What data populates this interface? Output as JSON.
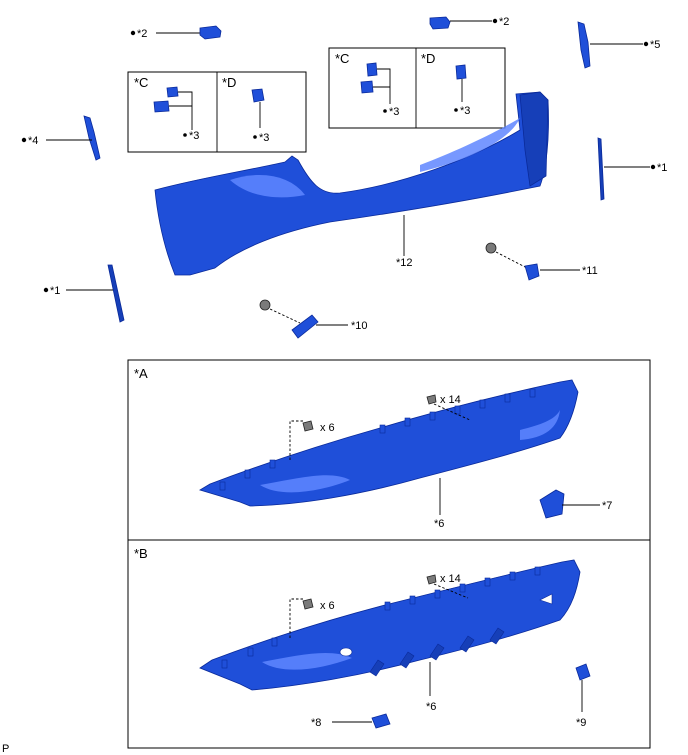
{
  "labels": {
    "top_left_2": "*2",
    "top_right_2": "*2",
    "label_5": "*5",
    "label_4": "*4",
    "label_1_right": "*1",
    "label_1_left": "*1",
    "label_12": "*12",
    "label_11": "*11",
    "label_10": "*10",
    "inset_left_c": "*C",
    "inset_left_d": "*D",
    "inset_left_3a": "*3",
    "inset_left_3b": "*3",
    "inset_right_c": "*C",
    "inset_right_d": "*D",
    "inset_right_3a": "*3",
    "inset_right_3b": "*3"
  },
  "panel_a": {
    "title": "*A",
    "count_6": "x 6",
    "count_14": "x 14",
    "label_6": "*6",
    "label_7": "*7"
  },
  "panel_b": {
    "title": "*B",
    "count_6": "x 6",
    "count_14": "x 14",
    "label_6": "*6",
    "label_8": "*8",
    "label_9": "*9"
  },
  "footer_code": "P",
  "colors": {
    "part_blue": "#1f4fd9",
    "outline": "#0a2a9a"
  }
}
